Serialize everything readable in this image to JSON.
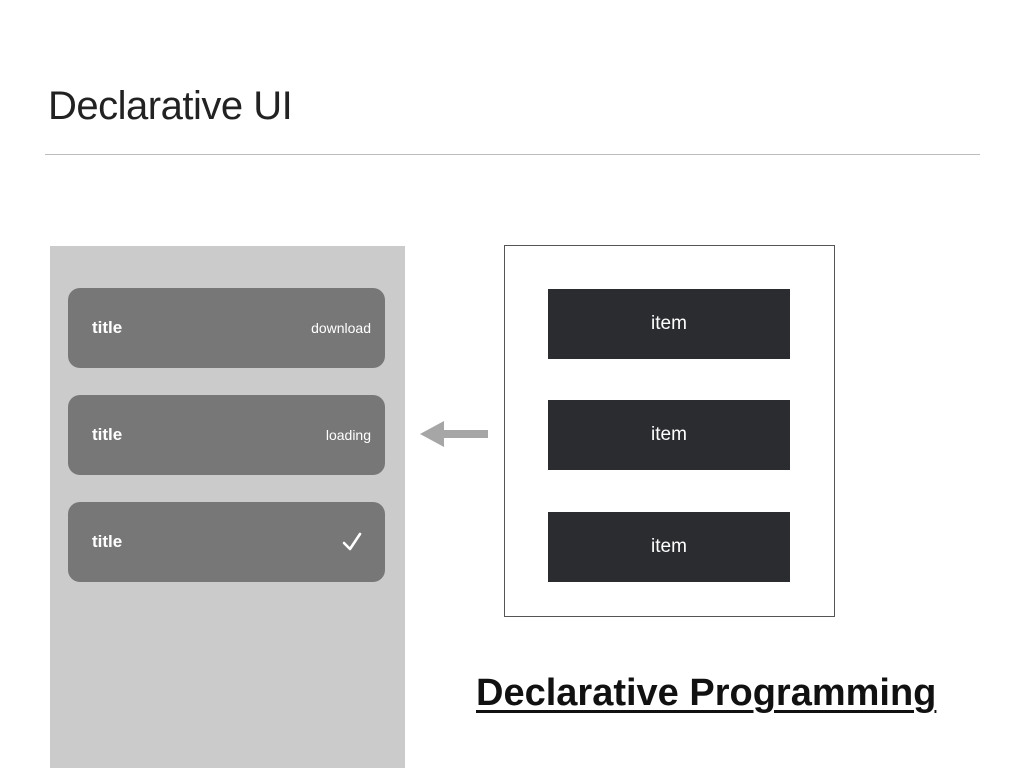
{
  "slide": {
    "title": "Declarative UI",
    "footer": "Declarative Programming"
  },
  "ui_list": {
    "rows": [
      {
        "title": "title",
        "status": "download"
      },
      {
        "title": "title",
        "status": "loading"
      },
      {
        "title": "title",
        "status_icon": "checkmark-icon"
      }
    ]
  },
  "state_list": {
    "items": [
      "item",
      "item",
      "item"
    ]
  },
  "colors": {
    "panel": "#cbcbcb",
    "row": "#777777",
    "item": "#2b2c30",
    "arrow": "#a6a6a6"
  }
}
